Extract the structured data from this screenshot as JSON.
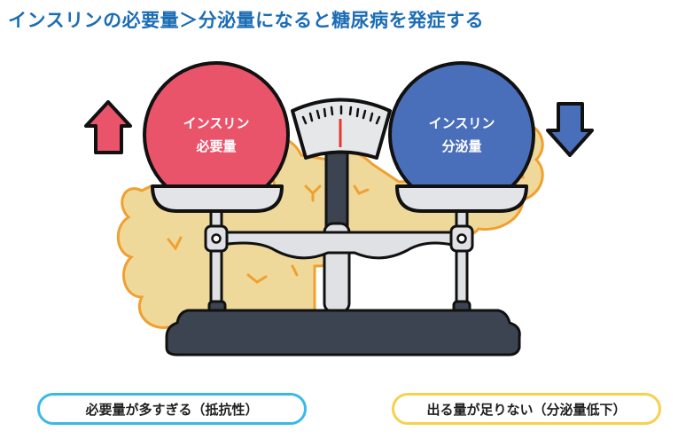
{
  "title": "インスリンの必要量＞分泌量になると糖尿病を発症する",
  "left_ball": {
    "line1": "インスリン",
    "line2": "必要量",
    "color": "#e9546b",
    "arrow": "up"
  },
  "right_ball": {
    "line1": "インスリン",
    "line2": "分泌量",
    "color": "#4a6fba",
    "arrow": "down"
  },
  "captions": {
    "left": "必要量が多すぎる（抵抗性）",
    "right": "出る量が足りない（分泌量低下）"
  },
  "colors": {
    "title": "#1c6db4",
    "left_border": "#3ab9e8",
    "right_border": "#f7d14a",
    "pancreas_fill": "#efd99a",
    "pancreas_outline": "#f0a030",
    "scale_base": "#3d4451",
    "needle": "#e53935"
  }
}
